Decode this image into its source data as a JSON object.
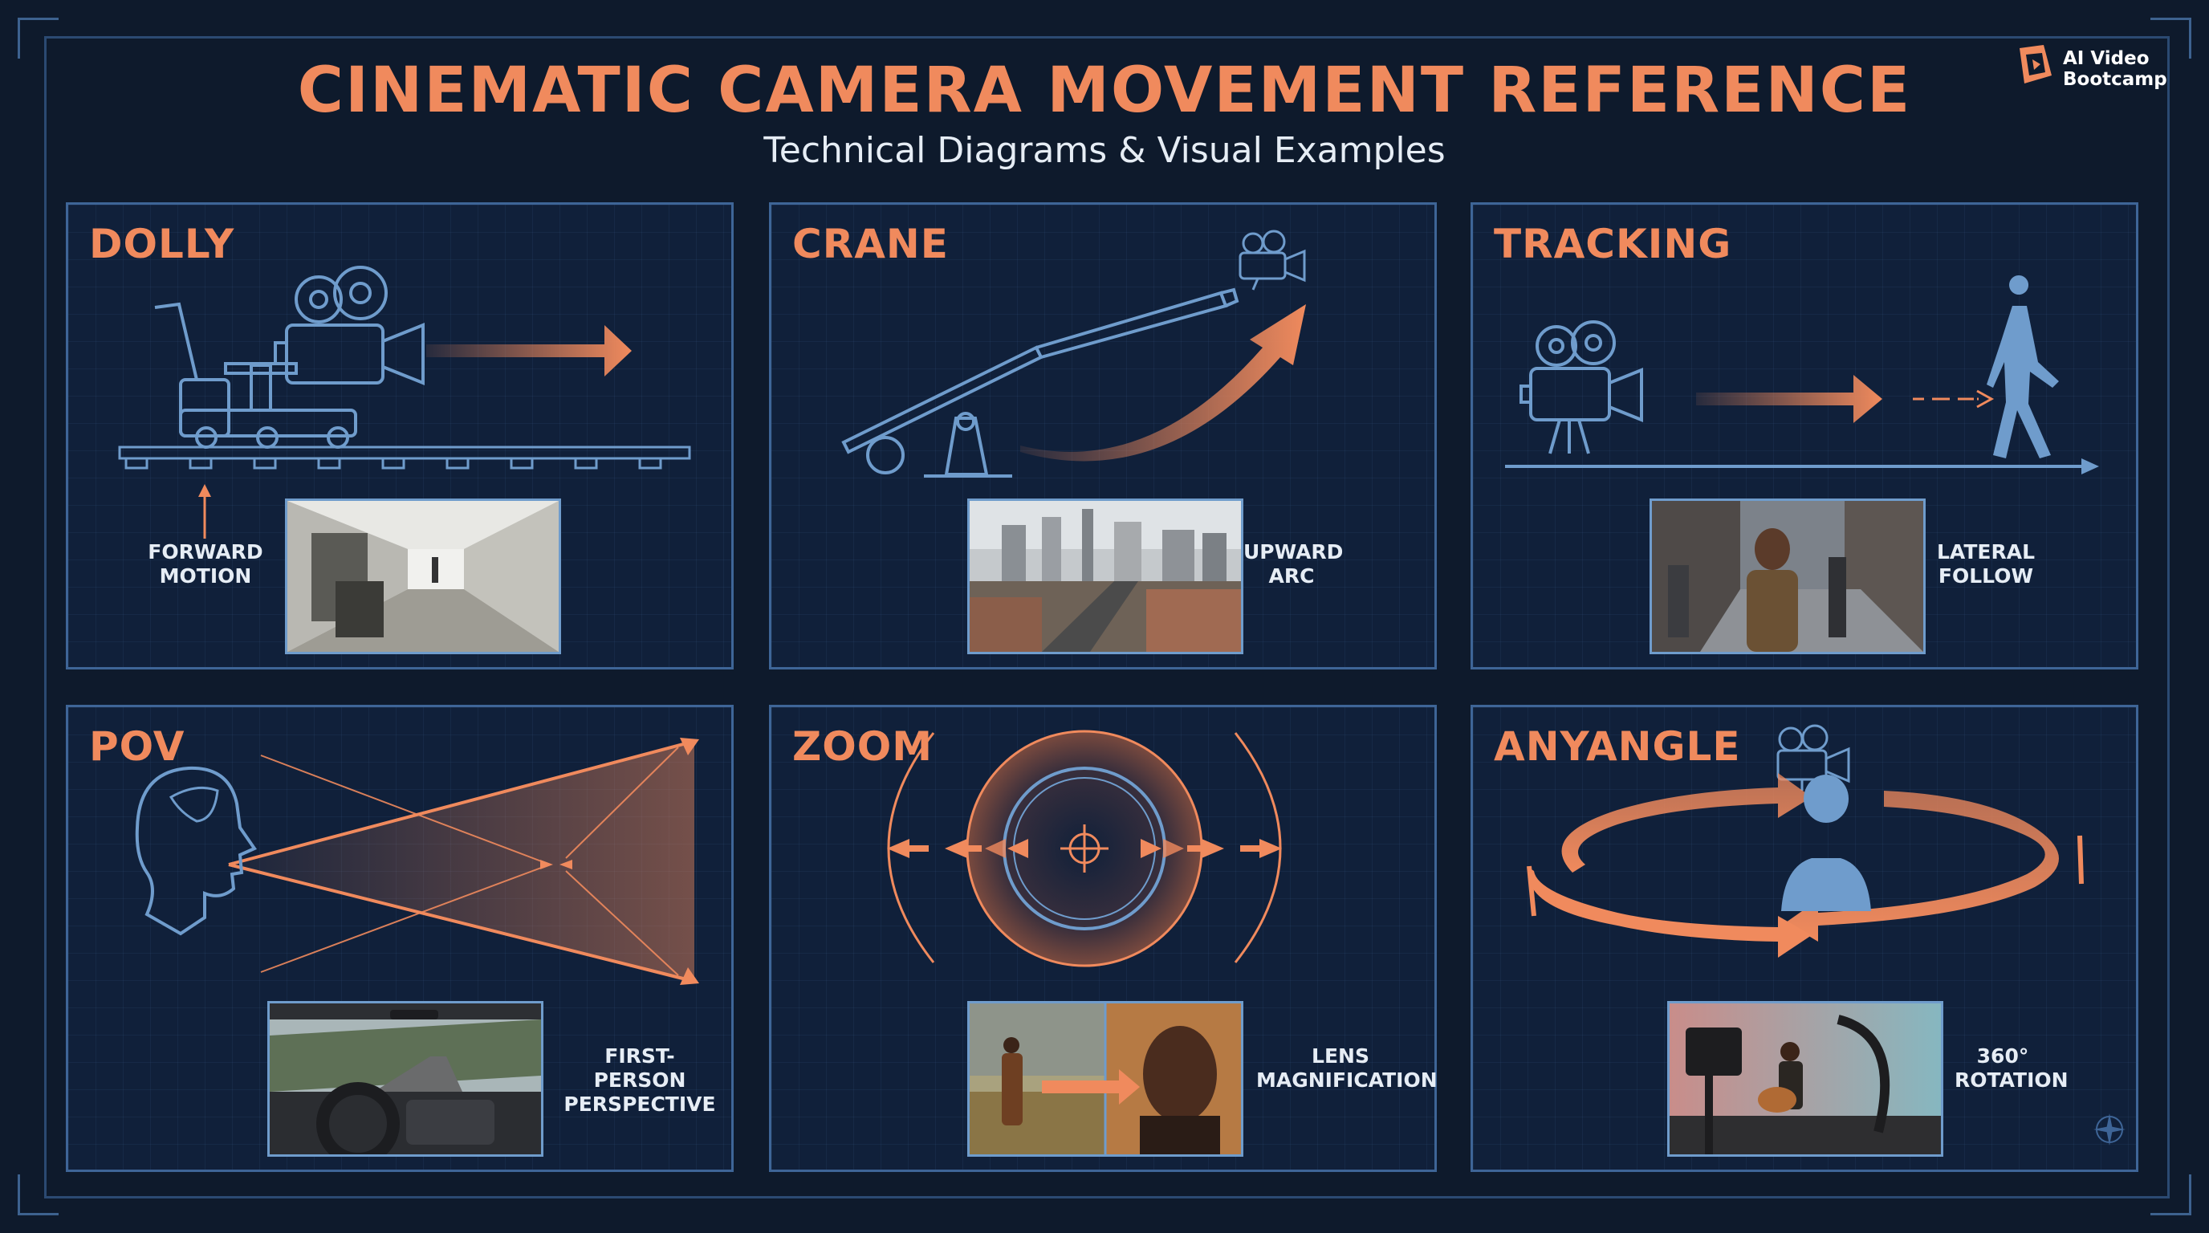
{
  "header": {
    "title": "CINEMATIC CAMERA MOVEMENT REFERENCE",
    "subtitle": "Technical Diagrams & Visual Examples"
  },
  "brand": {
    "line1": "AI Video",
    "line2": "Bootcamp"
  },
  "colors": {
    "accent": "#f08a5d",
    "line": "#6f9ccc",
    "background": "#0e1a2c",
    "panel": "#10203a"
  },
  "panels": {
    "dolly": {
      "title": "DOLLY",
      "caption": "FORWARD\nMOTION"
    },
    "crane": {
      "title": "CRANE",
      "caption": "UPWARD\nARC"
    },
    "tracking": {
      "title": "TRACKING",
      "caption": "LATERAL\nFOLLOW"
    },
    "pov": {
      "title": "POV",
      "caption": "FIRST-PERSON\nPERSPECTIVE"
    },
    "zoom": {
      "title": "ZOOM",
      "caption": "LENS\nMAGNIFICATION"
    },
    "anyangle": {
      "title": "ANYANGLE",
      "caption": "360°\nROTATION"
    }
  }
}
